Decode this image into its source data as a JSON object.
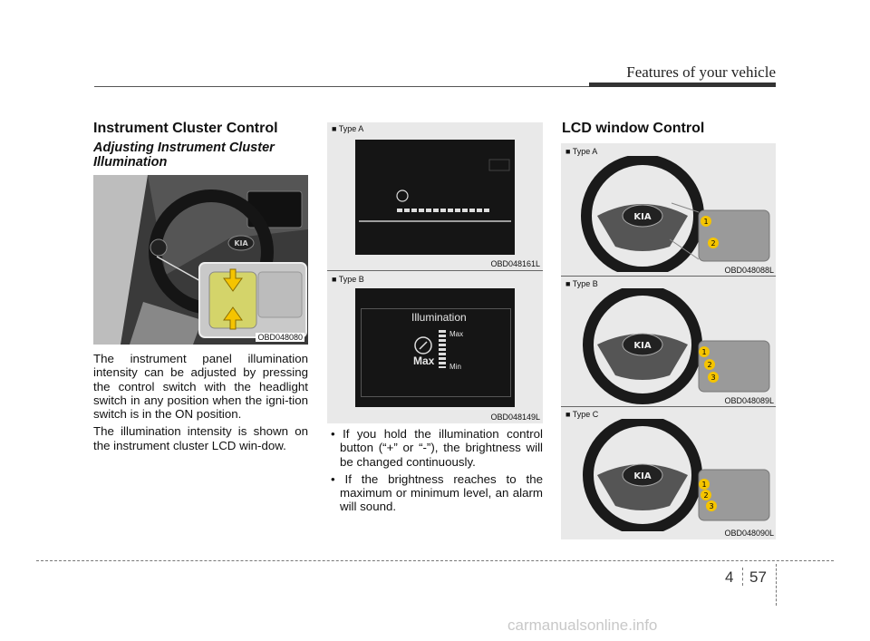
{
  "header": {
    "title": "Features of your vehicle"
  },
  "col1": {
    "heading": "Instrument Cluster Control",
    "subheading": "Adjusting Instrument Cluster Illumination",
    "photo_code": "OBD048080",
    "para1": "The instrument panel illumination intensity can be adjusted by pressing the control switch with the headlight switch in any position when the igni-tion switch is in the ON position.",
    "para2": "The illumination intensity is shown on the instrument cluster LCD win-dow."
  },
  "col2": {
    "typeA_label": "■ Type A",
    "typeA_code": "OBD048161L",
    "typeB_label": "■ Type B",
    "typeB_code": "OBD048149L",
    "screen_title": "Illumination",
    "screen_value": "Max",
    "scale_max": "Max",
    "scale_min": "Min",
    "bullet1": "If you hold the illumination control button (“+” or “-”), the brightness will be changed continuously.",
    "bullet2": "If the brightness reaches to the maximum or minimum level, an alarm will sound."
  },
  "col3": {
    "heading": "LCD window Control",
    "panels": [
      {
        "label": "■ Type A",
        "code": "OBD048088L",
        "callouts": [
          "1",
          "2"
        ]
      },
      {
        "label": "■ Type B",
        "code": "OBD048089L",
        "callouts": [
          "1",
          "2",
          "3"
        ]
      },
      {
        "label": "■ Type C",
        "code": "OBD048090L",
        "callouts": [
          "1",
          "2",
          "3"
        ]
      }
    ],
    "logo_text": "KIA"
  },
  "footer": {
    "chapter": "4",
    "page": "57",
    "watermark": "carmanualsonline.info"
  }
}
